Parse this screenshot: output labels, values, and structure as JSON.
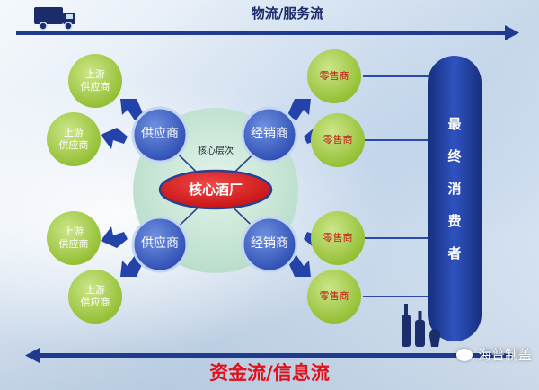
{
  "top_flow": {
    "label": "物流/服务流"
  },
  "bottom_flow": {
    "label": "资金流/信息流"
  },
  "upstream_nodes": [
    {
      "label": "上游\n供应商"
    },
    {
      "label": "上游\n供应商"
    },
    {
      "label": "上游\n供应商"
    },
    {
      "label": "上游\n供应商"
    }
  ],
  "suppliers": [
    {
      "label": "供应商"
    },
    {
      "label": "供应商"
    }
  ],
  "dealers": [
    {
      "label": "经销商"
    },
    {
      "label": "经销商"
    }
  ],
  "core": {
    "layer_label": "核心层次",
    "brewery_label": "核心酒厂"
  },
  "retailers": [
    {
      "label": "零售商"
    },
    {
      "label": "零售商"
    },
    {
      "label": "零售商"
    },
    {
      "label": "零售商"
    }
  ],
  "consumer": {
    "chars": [
      "最",
      "终",
      "消",
      "费",
      "者"
    ]
  },
  "watermark": {
    "label": "海普制盖"
  },
  "icons": {
    "top": "truck-icon",
    "bottom_right": "bottles-icon",
    "watermark": "chat-bubble-icon"
  },
  "colors": {
    "arrow": "#1f3a8f",
    "green_node": "#a8cf4a",
    "blue_node": "#3e63c6",
    "core_red": "#d91818",
    "core_bg": "#c9e7d9",
    "consumer": "#1c3c9c",
    "bottom_label": "#e0111b"
  }
}
